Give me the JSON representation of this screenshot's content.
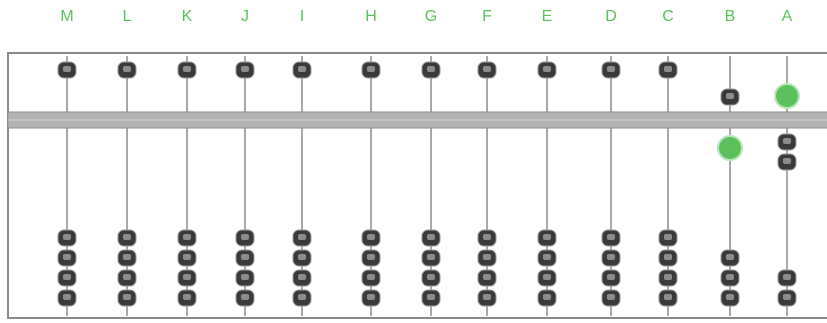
{
  "columns": [
    {
      "label": "M",
      "upper_active": 0,
      "lower_active": 0
    },
    {
      "label": "L",
      "upper_active": 0,
      "lower_active": 0
    },
    {
      "label": "K",
      "upper_active": 0,
      "lower_active": 0
    },
    {
      "label": "J",
      "upper_active": 0,
      "lower_active": 0
    },
    {
      "label": "I",
      "upper_active": 0,
      "lower_active": 0
    },
    {
      "label": "H",
      "upper_active": 0,
      "lower_active": 0
    },
    {
      "label": "G",
      "upper_active": 0,
      "lower_active": 0
    },
    {
      "label": "F",
      "upper_active": 0,
      "lower_active": 0
    },
    {
      "label": "E",
      "upper_active": 0,
      "lower_active": 0
    },
    {
      "label": "D",
      "upper_active": 0,
      "lower_active": 0
    },
    {
      "label": "C",
      "upper_active": 0,
      "lower_active": 0
    },
    {
      "label": "B",
      "upper_active": 1,
      "lower_active": 1
    },
    {
      "label": "A",
      "upper_active": 1,
      "lower_active": 2
    }
  ],
  "colors": {
    "label": "#5cc15c",
    "highlight_bead": "#5cc15c",
    "bead": "#3a3a3a",
    "bead_rim": "#9a9a9a",
    "frame": "#8a8a8a",
    "beam": "#b4b4b4",
    "rod": "#a8a8a8"
  }
}
